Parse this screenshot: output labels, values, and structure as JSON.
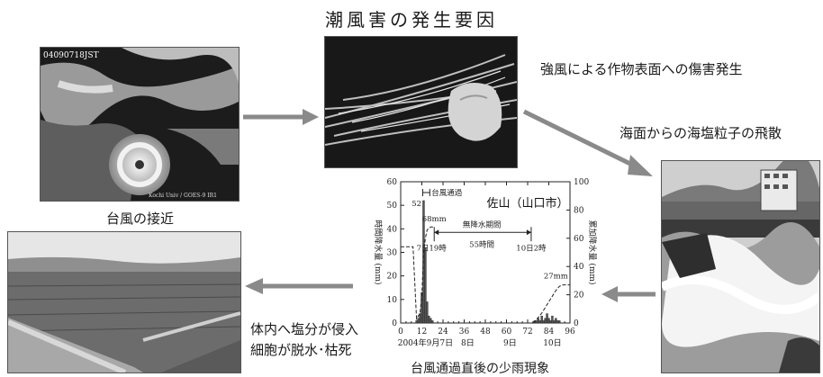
{
  "diagram": {
    "title": "潮風害の発生要因",
    "steps": {
      "typhoon": "台風の接近",
      "wind_damage": "強風による作物表面への傷害発生",
      "salt_spray": "海面からの海塩粒子の飛散",
      "rain_caption": "台風通過直後の少雨現象",
      "salt_intrusion_1": "体内へ塩分が侵入",
      "salt_intrusion_2": "細胞が脱水･枯死"
    },
    "satellite_stamp": "04090718JST",
    "satellite_credit": "Kochi Univ / GOES-9 IR1"
  },
  "chart_data": {
    "type": "bar",
    "title": "佐山（山口市）",
    "ylabel_left": "時間降水量 (mm)",
    "ylabel_right": "累加降水量 (mm)",
    "xlim": [
      0,
      96
    ],
    "ylim_left": [
      0,
      60
    ],
    "ylim_right": [
      0,
      100
    ],
    "xticks": [
      0,
      12,
      24,
      36,
      48,
      60,
      72,
      84,
      96
    ],
    "yticks_left": [
      0,
      10,
      20,
      30,
      40,
      50,
      60
    ],
    "yticks_right": [
      0,
      20,
      40,
      60,
      80,
      100
    ],
    "date_labels": [
      "2004年9月7日",
      "8日",
      "9日",
      "10日"
    ],
    "annotations": {
      "typhoon_pass": "台風通過",
      "peak_hourly": "52",
      "cumulative_1": "68mm",
      "dry_period": "無降水期間",
      "dry_hours": "55時間",
      "dry_start": "7日19時",
      "dry_end": "10日2時",
      "cumulative_2": "27mm"
    },
    "series": [
      {
        "kind": "hourly",
        "x": [
          9,
          10,
          11,
          12,
          13,
          14,
          15,
          16,
          17,
          18,
          76,
          77,
          78,
          79,
          80,
          81,
          82,
          83,
          84,
          85,
          86,
          87,
          88,
          89,
          90
        ],
        "values": [
          1,
          2,
          4,
          13,
          52,
          32,
          9,
          3,
          2,
          1,
          1,
          1,
          2,
          1,
          3,
          1,
          2,
          4,
          2,
          1,
          3,
          1,
          2,
          1,
          1
        ]
      },
      {
        "kind": "cumulative",
        "x": [
          0,
          7,
          9,
          11,
          12,
          13,
          14,
          15,
          16,
          17,
          19,
          75,
          76,
          78,
          80,
          82,
          84,
          86,
          88,
          90,
          92,
          96
        ],
        "values": [
          54,
          54,
          3,
          7,
          20,
          50,
          60,
          66,
          67,
          68,
          68,
          0,
          1,
          4,
          7,
          11,
          15,
          19,
          23,
          26,
          27,
          27
        ]
      }
    ]
  }
}
